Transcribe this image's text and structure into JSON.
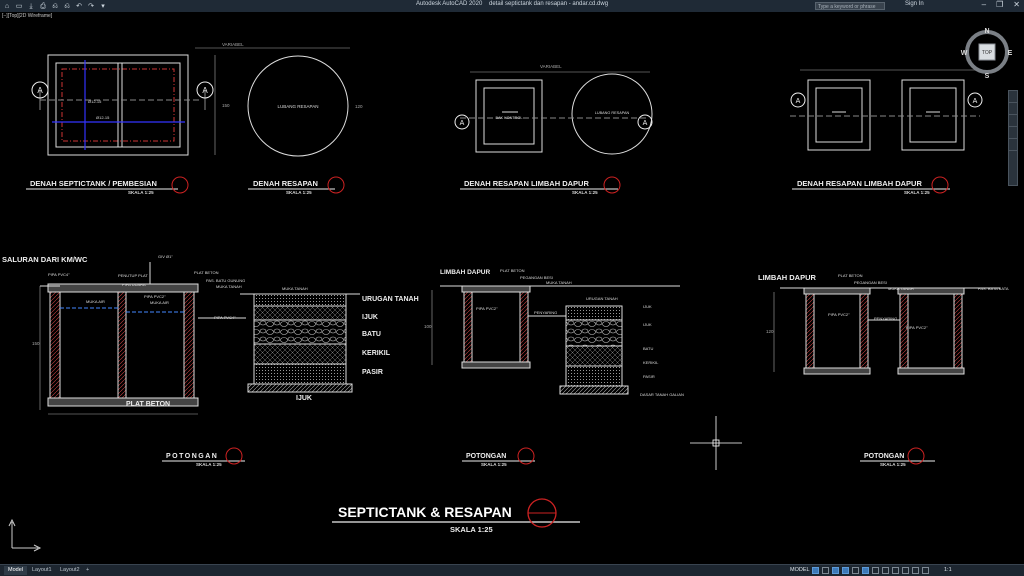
{
  "window": {
    "title": "Autodesk AutoCAD 2020    detail septictank dan resapan - andar.cd.dwg",
    "search_placeholder": "Type a keyword or phrase",
    "sign_in": "Sign In",
    "controls": [
      "–",
      "❐",
      "✕"
    ]
  },
  "quick_access": [
    "⌂",
    "▭",
    "⤓",
    "⎙",
    "⎌",
    "⎌",
    "↶",
    "↷",
    "▾"
  ],
  "viewport": {
    "label": "[−][Top][2D Wireframe]"
  },
  "viewcube": {
    "face": "TOP",
    "north": "N",
    "south": "S",
    "east": "E",
    "west": "W"
  },
  "tabs": [
    "Model",
    "Layout1",
    "Layout2",
    "+"
  ],
  "status": {
    "model": "MODEL",
    "scale": "1:1"
  },
  "drawing": {
    "plan_titles": [
      "DENAH SEPTICTANK / PEMBESIAN",
      "DENAH RESAPAN",
      "DENAH RESAPAN LIMBAH DAPUR",
      "DENAH RESAPAN LIMBAH DAPUR"
    ],
    "section_titles": [
      "POTONGAN",
      "POTONGAN",
      "POTONGAN"
    ],
    "scale_label": "SKALA 1:25",
    "section_marker": "A",
    "labels": {
      "lubang_resapan": "LUBANG RESAPAN",
      "bak_kontrol": "BAK KONTROL",
      "besi1": "Ø12-15",
      "besi2": "Ø12-15",
      "variabel": "VARIABEL",
      "saluran": "SALURAN DARI KM/WC",
      "pipa_pvc4": "PIPA PVC4\"",
      "penutup_plat": "PENUTUP PLAT",
      "pipa_udara": "PIPA UDARA",
      "plat_beton": "PLAT BETON",
      "pas_batu": "PAS. BATU GUNUNG",
      "muka_tanah": "MUKA TANAH",
      "muka_air": "MUKA AIR",
      "pipa_pvc2": "PIPA PVC2\"",
      "urugan_tanah": "URUGAN TANAH",
      "ijuk": "IJUK",
      "batu": "BATU",
      "kerikil": "KERIKIL",
      "pasir": "PASIR",
      "limbah_dapur": "LIMBAH DAPUR",
      "pegangan_besi": "PEGANGAN BESI",
      "penyaring": "PENYARING",
      "dasar_tanah": "DASAR TANAH GALIAN",
      "pas_bata_bata": "PAS. BATA BATA",
      "giv": "GIV Ø1\""
    },
    "main_title": "SEPTICTANK & RESAPAN",
    "main_scale": "SKALA 1:25",
    "dims": {
      "d150": "150",
      "d100": "100",
      "d120": "120",
      "d120b": "120"
    }
  }
}
